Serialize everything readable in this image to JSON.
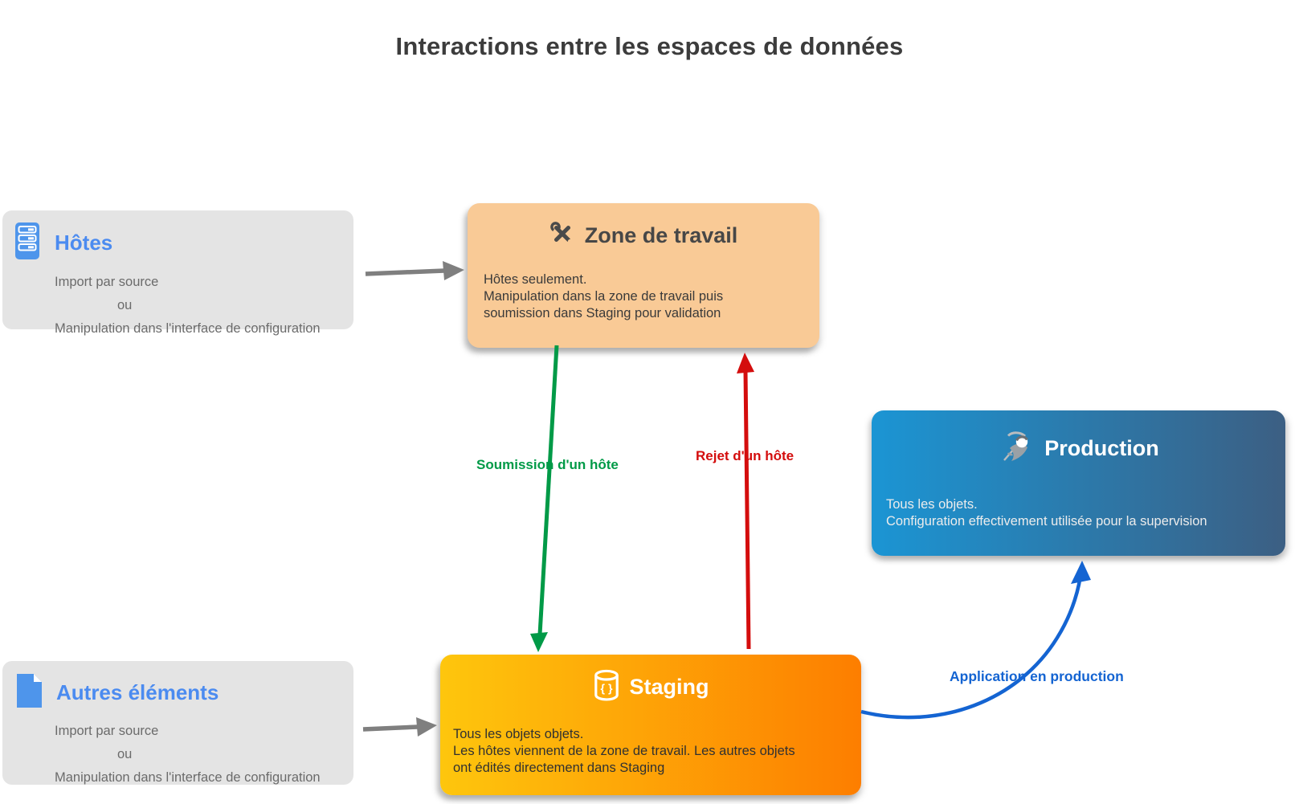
{
  "title": "Interactions entre les espaces de données",
  "boxes": {
    "hotes": {
      "icon": "server-icon",
      "title": "Hôtes",
      "lines": [
        "Import par source",
        "ou",
        "Manipulation dans l'interface de configuration"
      ]
    },
    "autres": {
      "icon": "document-icon",
      "title": "Autres éléments",
      "lines": [
        "Import par source",
        "ou",
        "Manipulation dans l'interface de configuration"
      ]
    },
    "zone_de_travail": {
      "icon": "tools-icon",
      "title": "Zone de travail",
      "lines": [
        "Hôtes seulement.",
        "Manipulation dans la zone de travail puis",
        "soumission dans Staging pour validation"
      ]
    },
    "staging": {
      "icon": "database-icon",
      "title": "Staging",
      "lines": [
        "Tous les objets objets.",
        "Les hôtes viennent de la zone de travail. Les autres objets",
        "ont édités directement dans Staging"
      ]
    },
    "production": {
      "icon": "mascot-icon",
      "title": "Production",
      "lines": [
        "Tous les objets.",
        "Configuration effectivement utilisée pour la supervision"
      ]
    }
  },
  "arrows": {
    "import_hotes": {
      "color": "#7f7f7f"
    },
    "import_autres": {
      "color": "#7f7f7f"
    },
    "soumission": {
      "label": "Soumission d'un hôte",
      "color": "#009a47"
    },
    "rejet": {
      "label": "Rejet d'un hôte",
      "color": "#d40d0d"
    },
    "application": {
      "label": "Application en production",
      "color": "#1464d2"
    }
  },
  "colors": {
    "zone_bg": "#f9ca96",
    "staging_gradient_from": "#fec60d",
    "staging_gradient_to": "#fd7e00",
    "production_gradient_from": "#1b95d4",
    "production_gradient_to": "#3c5f83",
    "gray_box_bg": "#e4e4e4",
    "accent_blue": "#4b8bf0",
    "title_text": "#3c3c3c"
  }
}
